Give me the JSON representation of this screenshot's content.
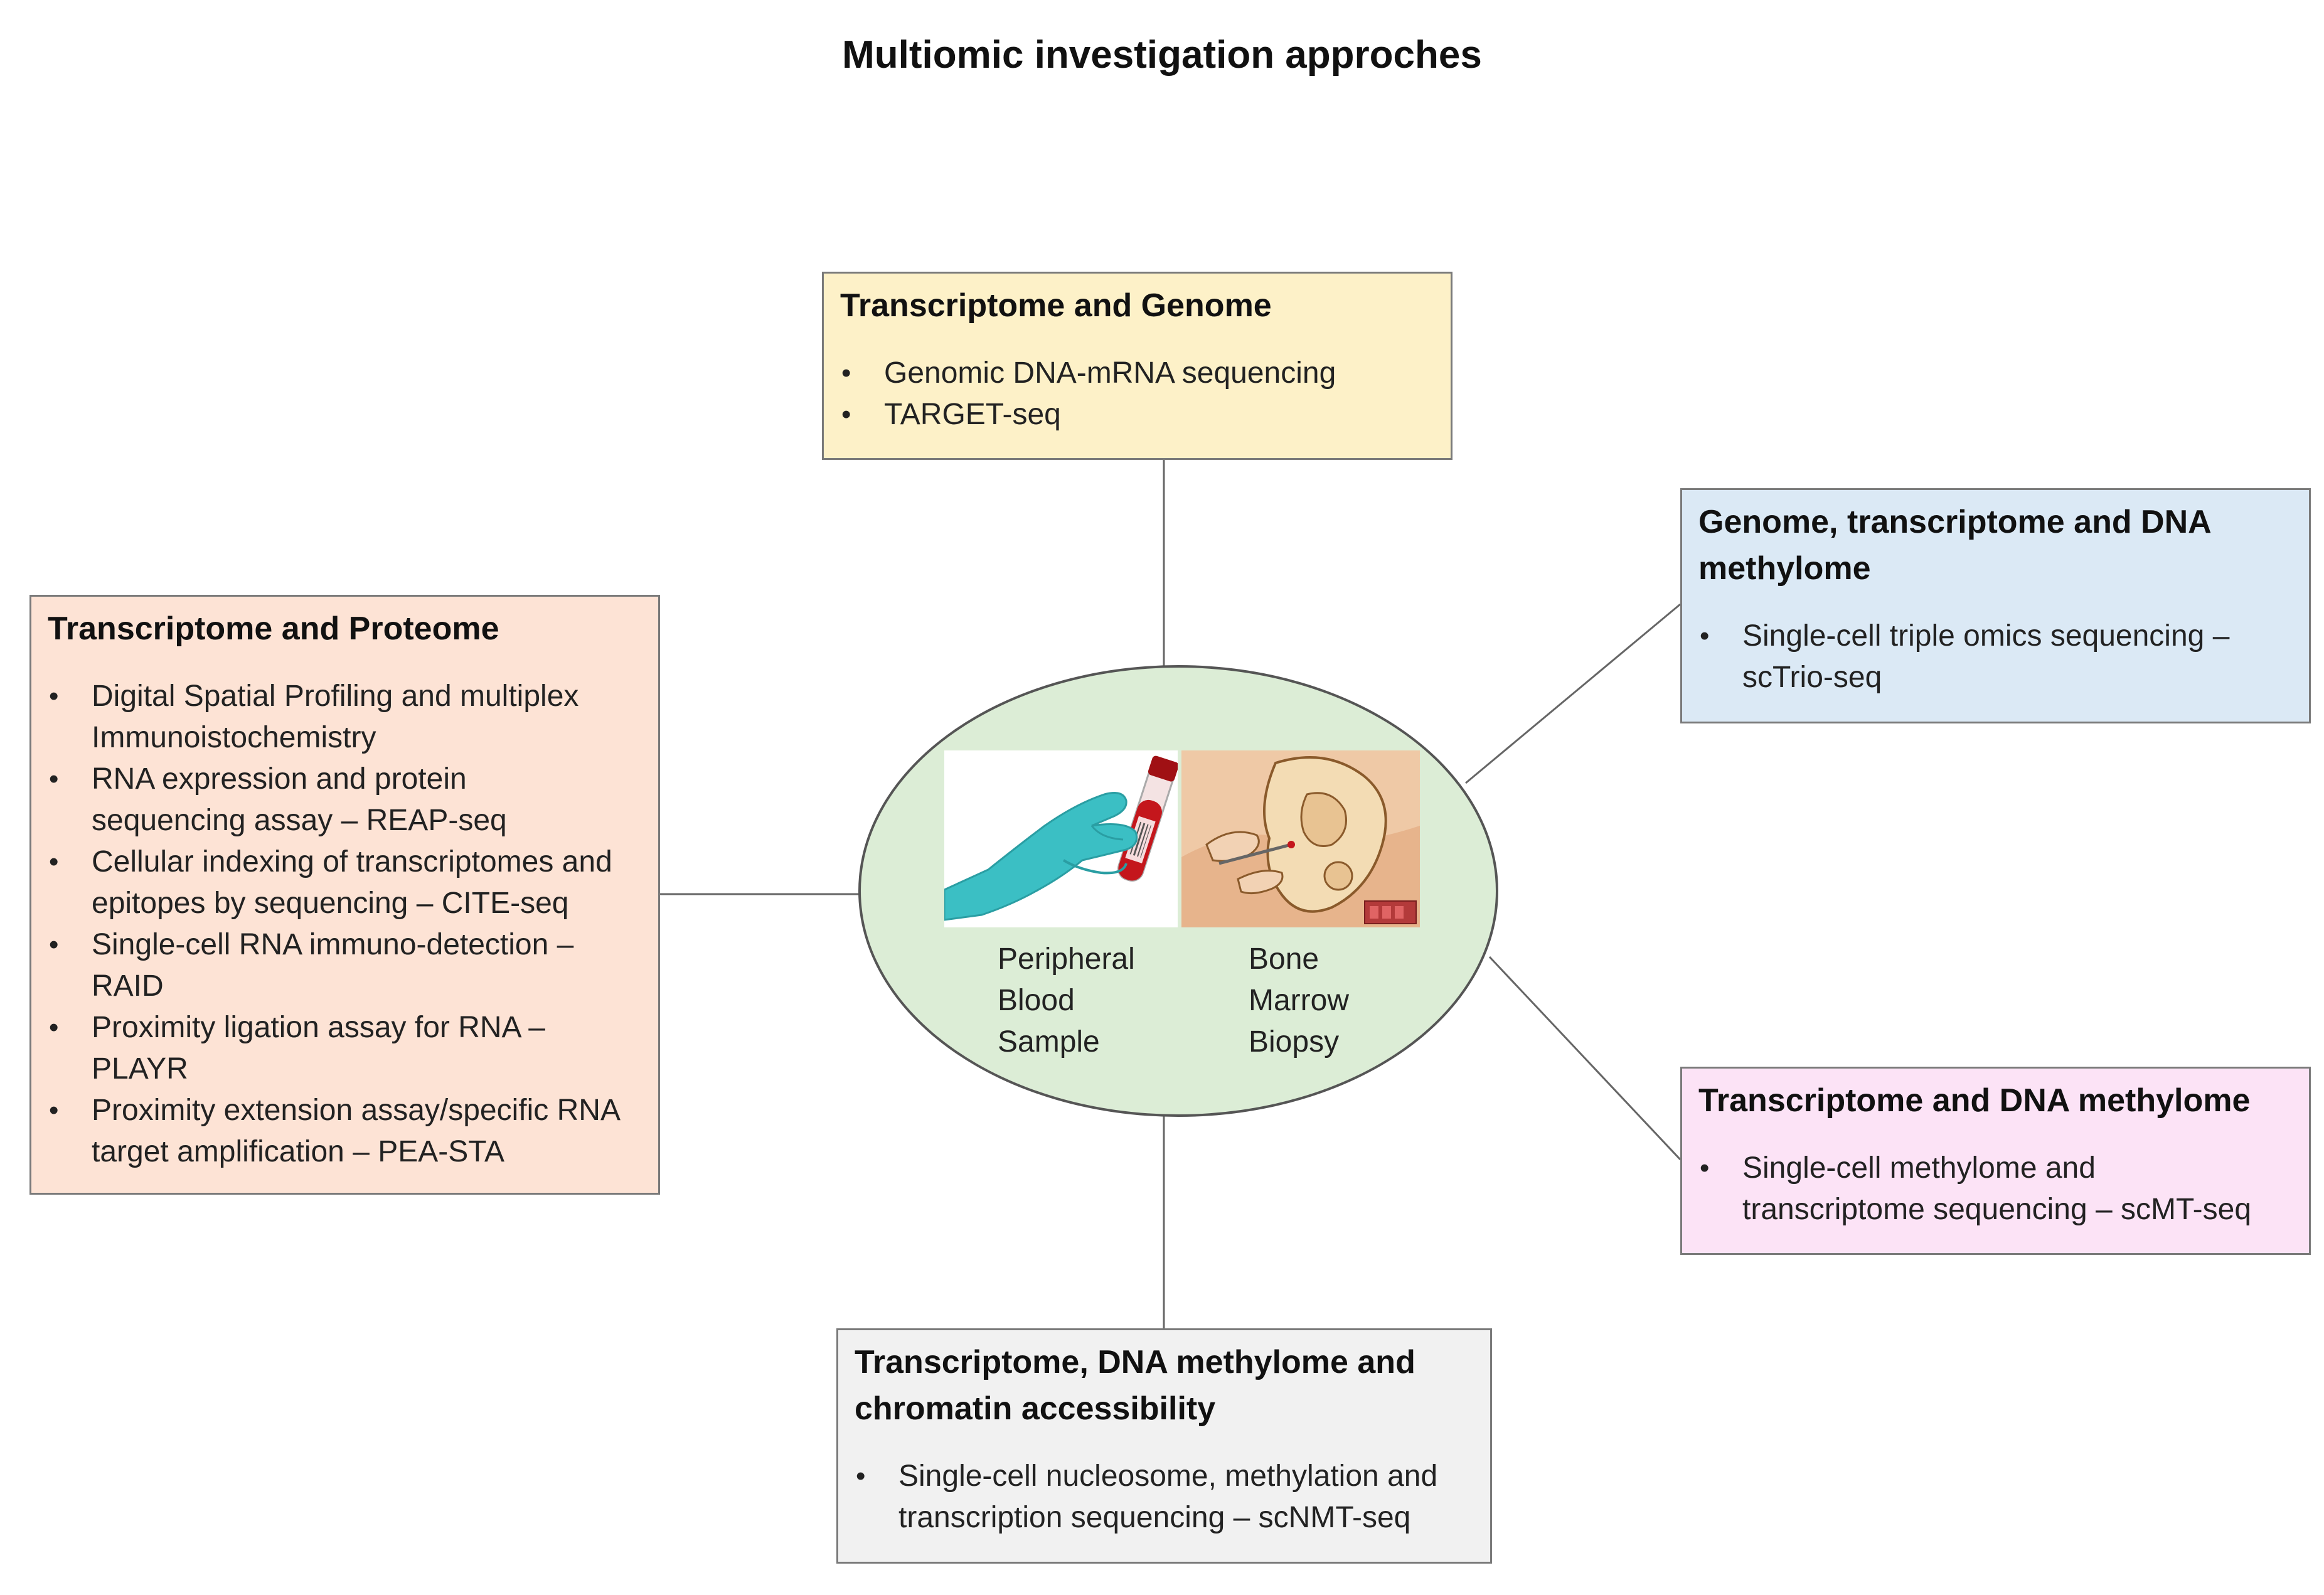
{
  "title": "Multiomic investigation approches",
  "center": {
    "left_caption": [
      "Peripheral",
      "Blood",
      "Sample"
    ],
    "right_caption": [
      "Bone",
      "Marrow",
      "Biopsy"
    ],
    "left_image_icon": "blood-tube-in-gloved-hand-icon",
    "right_image_icon": "bone-marrow-biopsy-illustration-icon"
  },
  "boxes": {
    "top": {
      "title": "Transcriptome and Genome",
      "items": [
        "Genomic DNA-mRNA sequencing",
        "TARGET-seq"
      ]
    },
    "left": {
      "title": "Transcriptome and Proteome",
      "items": [
        [
          "Digital Spatial Profiling and multiplex",
          "Immunoistochemistry"
        ],
        [
          "RNA expression and protein",
          "sequencing assay – REAP-seq"
        ],
        [
          "Cellular indexing of transcriptomes and",
          "epitopes by sequencing – CITE-seq"
        ],
        [
          "Single-cell RNA immuno-detection –",
          "RAID"
        ],
        [
          "Proximity ligation assay for RNA –",
          "PLAYR"
        ],
        [
          "Proximity extension assay/specific RNA",
          "target amplification – PEA-STA"
        ]
      ]
    },
    "upper_right": {
      "title": [
        "Genome, transcriptome and DNA",
        "methylome"
      ],
      "items": [
        [
          "Single-cell triple omics sequencing –",
          "scTrio-seq"
        ]
      ]
    },
    "lower_right": {
      "title": "Transcriptome and DNA methylome",
      "items": [
        [
          "Single-cell methylome and",
          "transcriptome sequencing – scMT-seq"
        ]
      ]
    },
    "bottom": {
      "title": [
        "Transcriptome, DNA methylome and",
        "chromatin accessibility"
      ],
      "items": [
        [
          "Single-cell nucleosome, methylation and",
          "transcription sequencing – scNMT-seq"
        ]
      ]
    }
  },
  "colors": {
    "top": "#fdf1c8",
    "left": "#fde3d5",
    "upper_right": "#dbe9f5",
    "lower_right": "#fce3f6",
    "bottom": "#f1f1f1",
    "center": "#dcedd6",
    "glove": "#3bbfc4",
    "blood": "#c4161c"
  }
}
